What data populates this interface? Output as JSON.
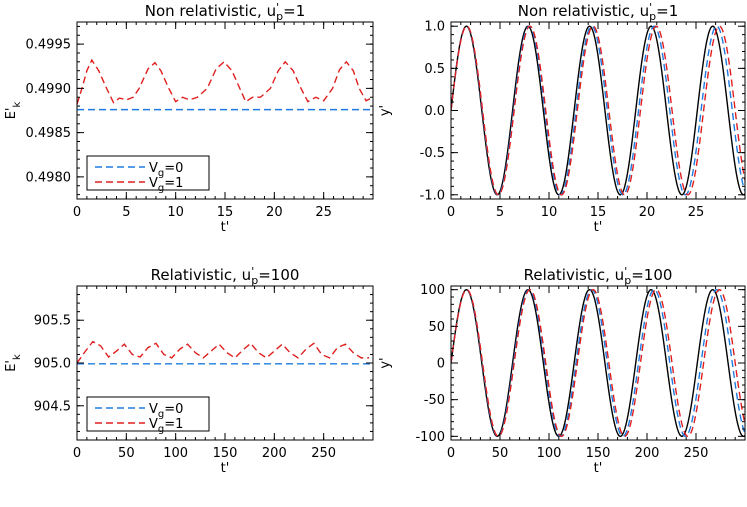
{
  "chart_data": [
    {
      "type": "line",
      "title": "Non relativistic, u'p=1",
      "title_main": "Non relativistic, u",
      "title_sup": "'",
      "title_sub": "p",
      "title_tail": "=1",
      "xlabel": "t'",
      "ylabel_main": "E'",
      "ylabel_sub": "k",
      "xlim": [
        0,
        30
      ],
      "ylim": [
        0.49775,
        0.49975
      ],
      "xticks": [
        0,
        5,
        10,
        15,
        20,
        25
      ],
      "xtick_labels": [
        "0",
        "5",
        "10",
        "15",
        "20",
        "25"
      ],
      "yticks": [
        0.498,
        0.4985,
        0.499,
        0.4995
      ],
      "ytick_labels": [
        "0.4980",
        "0.4985",
        "0.4990",
        "0.4995"
      ],
      "legend": {
        "placement": "lower-left",
        "entries": [
          {
            "main": "V",
            "sub": "g",
            "tail": "=0",
            "color": "#1e7be0"
          },
          {
            "main": "V",
            "sub": "g",
            "tail": "=1",
            "color": "#e01e1e"
          }
        ]
      },
      "series": [
        {
          "name": "Vg=0",
          "color": "#1e7be0",
          "dash": true,
          "x": [
            0,
            30
          ],
          "y": [
            0.49876,
            0.49876
          ]
        },
        {
          "name": "Vg=1",
          "color": "#e01e1e",
          "dash": true,
          "x": [
            0,
            0.5,
            1.0,
            1.5,
            2.2,
            3.0,
            3.7,
            4.3,
            5.0,
            5.7,
            6.3,
            7.2,
            7.9,
            8.5,
            9.3,
            10.0,
            10.7,
            11.4,
            12.2,
            13.2,
            14.1,
            14.9,
            15.7,
            16.5,
            17.1,
            17.8,
            18.6,
            19.6,
            20.4,
            21.1,
            21.9,
            22.7,
            23.4,
            24.2,
            25.0,
            25.9,
            26.6,
            27.3,
            28.0,
            28.6,
            29.3,
            30.0
          ],
          "y": [
            0.49882,
            0.499,
            0.4992,
            0.49932,
            0.4992,
            0.499,
            0.49884,
            0.49889,
            0.49887,
            0.4989,
            0.499,
            0.49922,
            0.49929,
            0.4992,
            0.499,
            0.49885,
            0.4989,
            0.49887,
            0.4989,
            0.499,
            0.49922,
            0.4993,
            0.4992,
            0.499,
            0.49885,
            0.4989,
            0.4989,
            0.499,
            0.4992,
            0.4993,
            0.4992,
            0.499,
            0.49885,
            0.4989,
            0.49886,
            0.499,
            0.49921,
            0.4993,
            0.4992,
            0.499,
            0.49886,
            0.4989
          ]
        }
      ]
    },
    {
      "type": "line",
      "title": "Non relativistic, u'p=1",
      "title_main": "Non relativistic, u",
      "title_sup": "'",
      "title_sub": "p",
      "title_tail": "=1",
      "xlabel": "t'",
      "ylabel_main": "y'",
      "ylabel_sub": "",
      "xlim": [
        0,
        30
      ],
      "ylim": [
        -1.05,
        1.05
      ],
      "xticks": [
        0,
        5,
        10,
        15,
        20,
        25
      ],
      "xtick_labels": [
        "0",
        "5",
        "10",
        "15",
        "20",
        "25"
      ],
      "yticks": [
        -1.0,
        -0.5,
        0.0,
        0.5,
        1.0
      ],
      "ytick_labels": [
        "-1.0",
        "-0.5",
        "0.0",
        "0.5",
        "1.0"
      ],
      "series": [
        {
          "name": "reference",
          "color": "#000000",
          "dash": false,
          "func": "sin",
          "omega": 1.0,
          "amp": 1.0
        },
        {
          "name": "Vg=0",
          "color": "#1e7be0",
          "dash": true,
          "func": "sin",
          "omega": 0.985,
          "amp": 1.0
        },
        {
          "name": "Vg=1",
          "color": "#e01e1e",
          "dash": true,
          "func": "sin",
          "omega": 0.975,
          "amp": 1.0
        }
      ]
    },
    {
      "type": "line",
      "title": "Relativistic, u'p=100",
      "title_main": "Relativistic, u",
      "title_sup": "'",
      "title_sub": "p",
      "title_tail": "=100",
      "xlabel": "t'",
      "ylabel_main": "E'",
      "ylabel_sub": "k",
      "xlim": [
        0,
        300
      ],
      "ylim": [
        904.1,
        905.9
      ],
      "xticks": [
        0,
        50,
        100,
        150,
        200,
        250
      ],
      "xtick_labels": [
        "0",
        "50",
        "100",
        "150",
        "200",
        "250"
      ],
      "yticks": [
        904.5,
        905.0,
        905.5
      ],
      "ytick_labels": [
        "904.5",
        "905.0",
        "905.5"
      ],
      "legend": {
        "placement": "lower-left",
        "entries": [
          {
            "main": "V",
            "sub": "g",
            "tail": "=0",
            "color": "#1e7be0"
          },
          {
            "main": "V",
            "sub": "g",
            "tail": "=1",
            "color": "#e01e1e"
          }
        ]
      },
      "series": [
        {
          "name": "Vg=0",
          "color": "#1e7be0",
          "dash": true,
          "x": [
            0,
            300
          ],
          "y": [
            904.99,
            904.99
          ]
        },
        {
          "name": "Vg=1",
          "color": "#e01e1e",
          "dash": true,
          "x": [
            0,
            8,
            16,
            24,
            32,
            40,
            48,
            56,
            64,
            72,
            80,
            88,
            96,
            104,
            112,
            120,
            128,
            136,
            144,
            152,
            160,
            168,
            176,
            184,
            192,
            200,
            208,
            216,
            224,
            232,
            240,
            248,
            256,
            264,
            272,
            280,
            288,
            296
          ],
          "y": [
            905.0,
            905.13,
            905.25,
            905.2,
            905.07,
            905.14,
            905.22,
            905.1,
            905.07,
            905.18,
            905.23,
            905.1,
            905.06,
            905.16,
            905.22,
            905.12,
            905.06,
            905.14,
            905.22,
            905.12,
            905.06,
            905.15,
            905.23,
            905.12,
            905.06,
            905.14,
            905.22,
            905.12,
            905.06,
            905.16,
            905.23,
            905.1,
            905.06,
            905.18,
            905.22,
            905.12,
            905.06,
            905.06
          ]
        }
      ]
    },
    {
      "type": "line",
      "title": "Relativistic, u'p=100",
      "title_main": "Relativistic, u",
      "title_sup": "'",
      "title_sub": "p",
      "title_tail": "=100",
      "xlabel": "t'",
      "ylabel_main": "y'",
      "ylabel_sub": "",
      "xlim": [
        0,
        300
      ],
      "ylim": [
        -105,
        105
      ],
      "xticks": [
        0,
        50,
        100,
        150,
        200,
        250
      ],
      "xtick_labels": [
        "0",
        "50",
        "100",
        "150",
        "200",
        "250"
      ],
      "yticks": [
        -100,
        -50,
        0,
        50,
        100
      ],
      "ytick_labels": [
        "-100",
        "-50",
        "0",
        "50",
        "100"
      ],
      "series": [
        {
          "name": "reference",
          "color": "#000000",
          "dash": false,
          "func": "sin",
          "omega": 0.1,
          "amp": 100
        },
        {
          "name": "Vg=0",
          "color": "#1e7be0",
          "dash": true,
          "func": "sin",
          "omega": 0.0985,
          "amp": 100
        },
        {
          "name": "Vg=1",
          "color": "#e01e1e",
          "dash": true,
          "func": "sin",
          "omega": 0.0975,
          "amp": 100
        }
      ]
    }
  ]
}
